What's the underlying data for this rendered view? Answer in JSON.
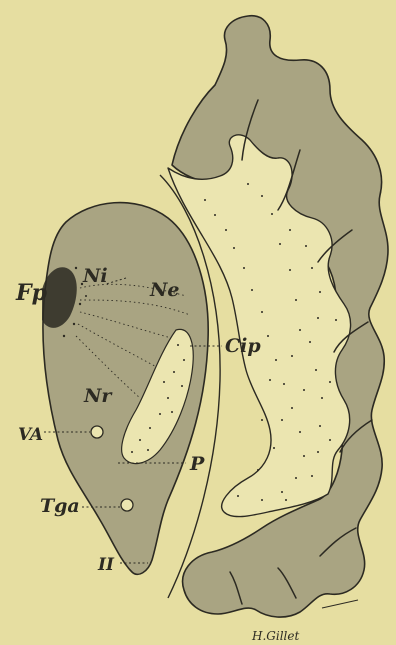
{
  "figure": {
    "colors": {
      "paper": "#e6dea1",
      "gray_matter": "#a9a482",
      "white_matter": "#ebe5b0",
      "ink": "#2c2a22"
    },
    "labels": {
      "fp": "Fp",
      "ni": "Ni",
      "ne": "Ne",
      "cip": "Cip",
      "nr": "Nr",
      "va": "VA",
      "p": "P",
      "tga": "Tga",
      "ii": "II"
    },
    "signature": "H.Gillet"
  }
}
